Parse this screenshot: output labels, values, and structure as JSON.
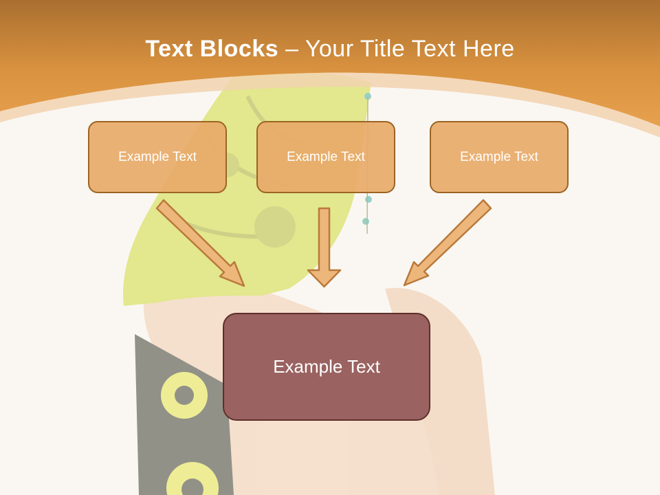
{
  "title": {
    "bold_part": "Text Blocks",
    "rest": " – Your Title Text Here"
  },
  "blocks": [
    {
      "label": "Example Text"
    },
    {
      "label": "Example Text"
    },
    {
      "label": "Example Text"
    }
  ],
  "target_block": {
    "label": "Example Text"
  },
  "colors": {
    "header": "#e39b4b",
    "box_fill": "#e8aa69",
    "box_border": "#9b6424",
    "target_fill": "#9a6260",
    "arrow_fill": "#edb77c"
  }
}
